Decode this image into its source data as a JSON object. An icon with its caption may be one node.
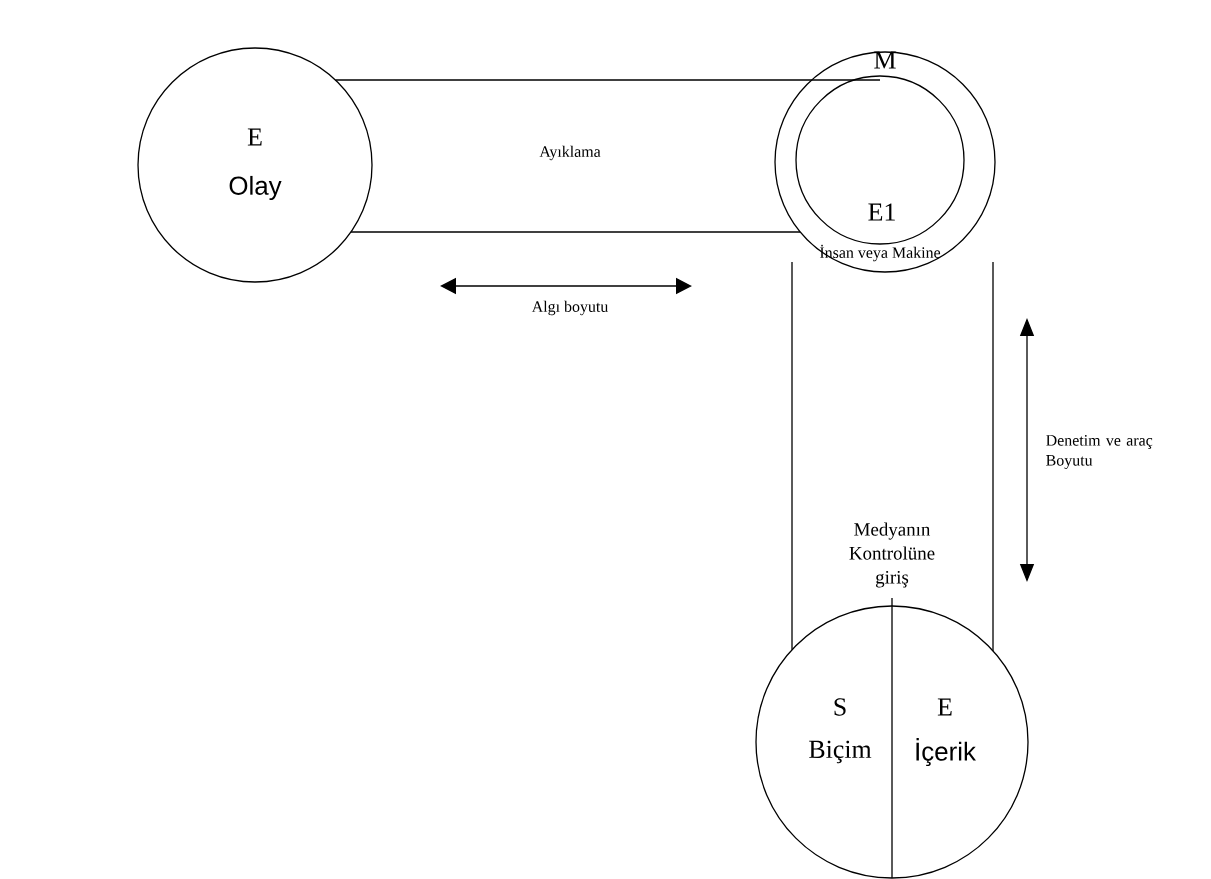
{
  "diagram": {
    "nodes": [
      {
        "text": [
          "E",
          "Olay"
        ]
      },
      {
        "text": [
          "M",
          "İnsan veya Makine"
        ]
      },
      {
        "text": [
          "E1"
        ],
        "in": 1
      },
      {
        "text": [
          "S",
          "Biçim",
          "E",
          "İçerik"
        ]
      }
    ],
    "edges": [
      {
        "from": 0,
        "to": 2,
        "arrow": "none"
      },
      {
        "from": 0,
        "to": 1,
        "arrow": "none"
      },
      {
        "from": 1,
        "to": 3,
        "arrow": "none"
      },
      {
        "from": 1,
        "to": 3,
        "arrow": "none"
      }
    ],
    "labels": [
      "Ayıklama",
      "Algı boyutu",
      "Denetim ve araç Boyutu",
      "Medyanın Kontrolüne giriş"
    ]
  }
}
